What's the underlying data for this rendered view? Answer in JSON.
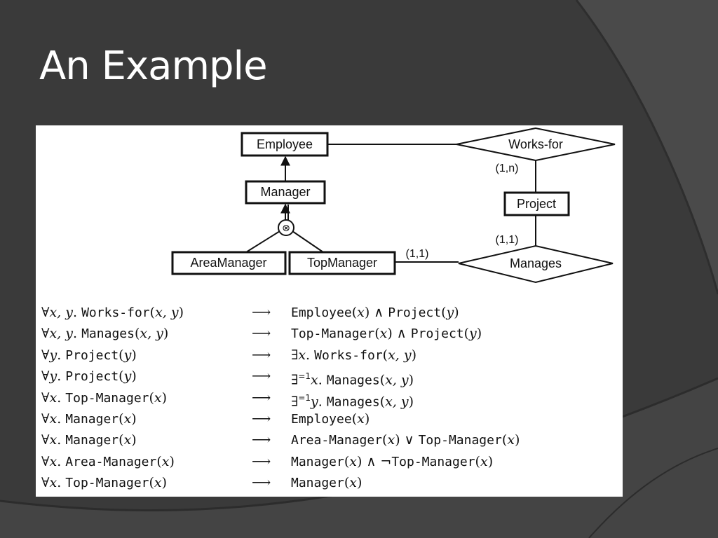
{
  "slide": {
    "title": "An Example",
    "background_color": "#3a3a3a",
    "panel_color": "#ffffff"
  },
  "diagram": {
    "entities": {
      "employee": "Employee",
      "manager": "Manager",
      "area_manager": "AreaManager",
      "top_manager": "TopManager",
      "project": "Project"
    },
    "relationships": {
      "works_for": "Works-for",
      "manages": "Manages"
    },
    "cardinalities": {
      "works_for_project": "(1,n)",
      "manages_project": "(1,1)",
      "manages_topmanager": "(1,1)"
    },
    "generalization_symbol": "⊗"
  },
  "axioms": [
    {
      "lhs": [
        [
          "∀",
          "s"
        ],
        [
          "x, y",
          "m"
        ],
        [
          ". ",
          "s"
        ],
        [
          "Works-for",
          "t"
        ],
        [
          "(",
          "s"
        ],
        [
          "x, y",
          "m"
        ],
        [
          ")",
          "s"
        ]
      ],
      "rhs": [
        [
          "Employee",
          "t"
        ],
        [
          "(",
          "s"
        ],
        [
          "x",
          "m"
        ],
        [
          ") ∧ ",
          "s"
        ],
        [
          "Project",
          "t"
        ],
        [
          "(",
          "s"
        ],
        [
          "y",
          "m"
        ],
        [
          ")",
          "s"
        ]
      ]
    },
    {
      "lhs": [
        [
          "∀",
          "s"
        ],
        [
          "x, y",
          "m"
        ],
        [
          ". ",
          "s"
        ],
        [
          "Manages",
          "t"
        ],
        [
          "(",
          "s"
        ],
        [
          "x, y",
          "m"
        ],
        [
          ")",
          "s"
        ]
      ],
      "rhs": [
        [
          "Top-Manager",
          "t"
        ],
        [
          "(",
          "s"
        ],
        [
          "x",
          "m"
        ],
        [
          ") ∧ ",
          "s"
        ],
        [
          "Project",
          "t"
        ],
        [
          "(",
          "s"
        ],
        [
          "y",
          "m"
        ],
        [
          ")",
          "s"
        ]
      ]
    },
    {
      "lhs": [
        [
          "∀",
          "s"
        ],
        [
          "y",
          "m"
        ],
        [
          ". ",
          "s"
        ],
        [
          "Project",
          "t"
        ],
        [
          "(",
          "s"
        ],
        [
          "y",
          "m"
        ],
        [
          ")",
          "s"
        ]
      ],
      "rhs": [
        [
          "∃",
          "s"
        ],
        [
          "x",
          "m"
        ],
        [
          ". ",
          "s"
        ],
        [
          "Works-for",
          "t"
        ],
        [
          "(",
          "s"
        ],
        [
          "x, y",
          "m"
        ],
        [
          ")",
          "s"
        ]
      ]
    },
    {
      "lhs": [
        [
          "∀",
          "s"
        ],
        [
          "y",
          "m"
        ],
        [
          ". ",
          "s"
        ],
        [
          "Project",
          "t"
        ],
        [
          "(",
          "s"
        ],
        [
          "y",
          "m"
        ],
        [
          ")",
          "s"
        ]
      ],
      "rhs": [
        [
          "∃",
          "s"
        ],
        [
          "=1",
          "sup"
        ],
        [
          "x",
          "m"
        ],
        [
          ". ",
          "s"
        ],
        [
          "Manages",
          "t"
        ],
        [
          "(",
          "s"
        ],
        [
          "x, y",
          "m"
        ],
        [
          ")",
          "s"
        ]
      ]
    },
    {
      "lhs": [
        [
          "∀",
          "s"
        ],
        [
          "x",
          "m"
        ],
        [
          ". ",
          "s"
        ],
        [
          "Top-Manager",
          "t"
        ],
        [
          "(",
          "s"
        ],
        [
          "x",
          "m"
        ],
        [
          ")",
          "s"
        ]
      ],
      "rhs": [
        [
          "∃",
          "s"
        ],
        [
          "=1",
          "sup"
        ],
        [
          "y",
          "m"
        ],
        [
          ". ",
          "s"
        ],
        [
          "Manages",
          "t"
        ],
        [
          "(",
          "s"
        ],
        [
          "x, y",
          "m"
        ],
        [
          ")",
          "s"
        ]
      ]
    },
    {
      "lhs": [
        [
          "∀",
          "s"
        ],
        [
          "x",
          "m"
        ],
        [
          ". ",
          "s"
        ],
        [
          "Manager",
          "t"
        ],
        [
          "(",
          "s"
        ],
        [
          "x",
          "m"
        ],
        [
          ")",
          "s"
        ]
      ],
      "rhs": [
        [
          "Employee",
          "t"
        ],
        [
          "(",
          "s"
        ],
        [
          "x",
          "m"
        ],
        [
          ")",
          "s"
        ]
      ]
    },
    {
      "lhs": [
        [
          "∀",
          "s"
        ],
        [
          "x",
          "m"
        ],
        [
          ". ",
          "s"
        ],
        [
          "Manager",
          "t"
        ],
        [
          "(",
          "s"
        ],
        [
          "x",
          "m"
        ],
        [
          ")",
          "s"
        ]
      ],
      "rhs": [
        [
          "Area-Manager",
          "t"
        ],
        [
          "(",
          "s"
        ],
        [
          "x",
          "m"
        ],
        [
          ") ∨ ",
          "s"
        ],
        [
          "Top-Manager",
          "t"
        ],
        [
          "(",
          "s"
        ],
        [
          "x",
          "m"
        ],
        [
          ")",
          "s"
        ]
      ]
    },
    {
      "lhs": [
        [
          "∀",
          "s"
        ],
        [
          "x",
          "m"
        ],
        [
          ". ",
          "s"
        ],
        [
          "Area-Manager",
          "t"
        ],
        [
          "(",
          "s"
        ],
        [
          "x",
          "m"
        ],
        [
          ")",
          "s"
        ]
      ],
      "rhs": [
        [
          "Manager",
          "t"
        ],
        [
          "(",
          "s"
        ],
        [
          "x",
          "m"
        ],
        [
          ") ∧ ¬",
          "s"
        ],
        [
          "Top-Manager",
          "t"
        ],
        [
          "(",
          "s"
        ],
        [
          "x",
          "m"
        ],
        [
          ")",
          "s"
        ]
      ]
    },
    {
      "lhs": [
        [
          "∀",
          "s"
        ],
        [
          "x",
          "m"
        ],
        [
          ". ",
          "s"
        ],
        [
          "Top-Manager",
          "t"
        ],
        [
          "(",
          "s"
        ],
        [
          "x",
          "m"
        ],
        [
          ")",
          "s"
        ]
      ],
      "rhs": [
        [
          "Manager",
          "t"
        ],
        [
          "(",
          "s"
        ],
        [
          "x",
          "m"
        ],
        [
          ")",
          "s"
        ]
      ]
    }
  ],
  "implies_symbol": "⟶"
}
